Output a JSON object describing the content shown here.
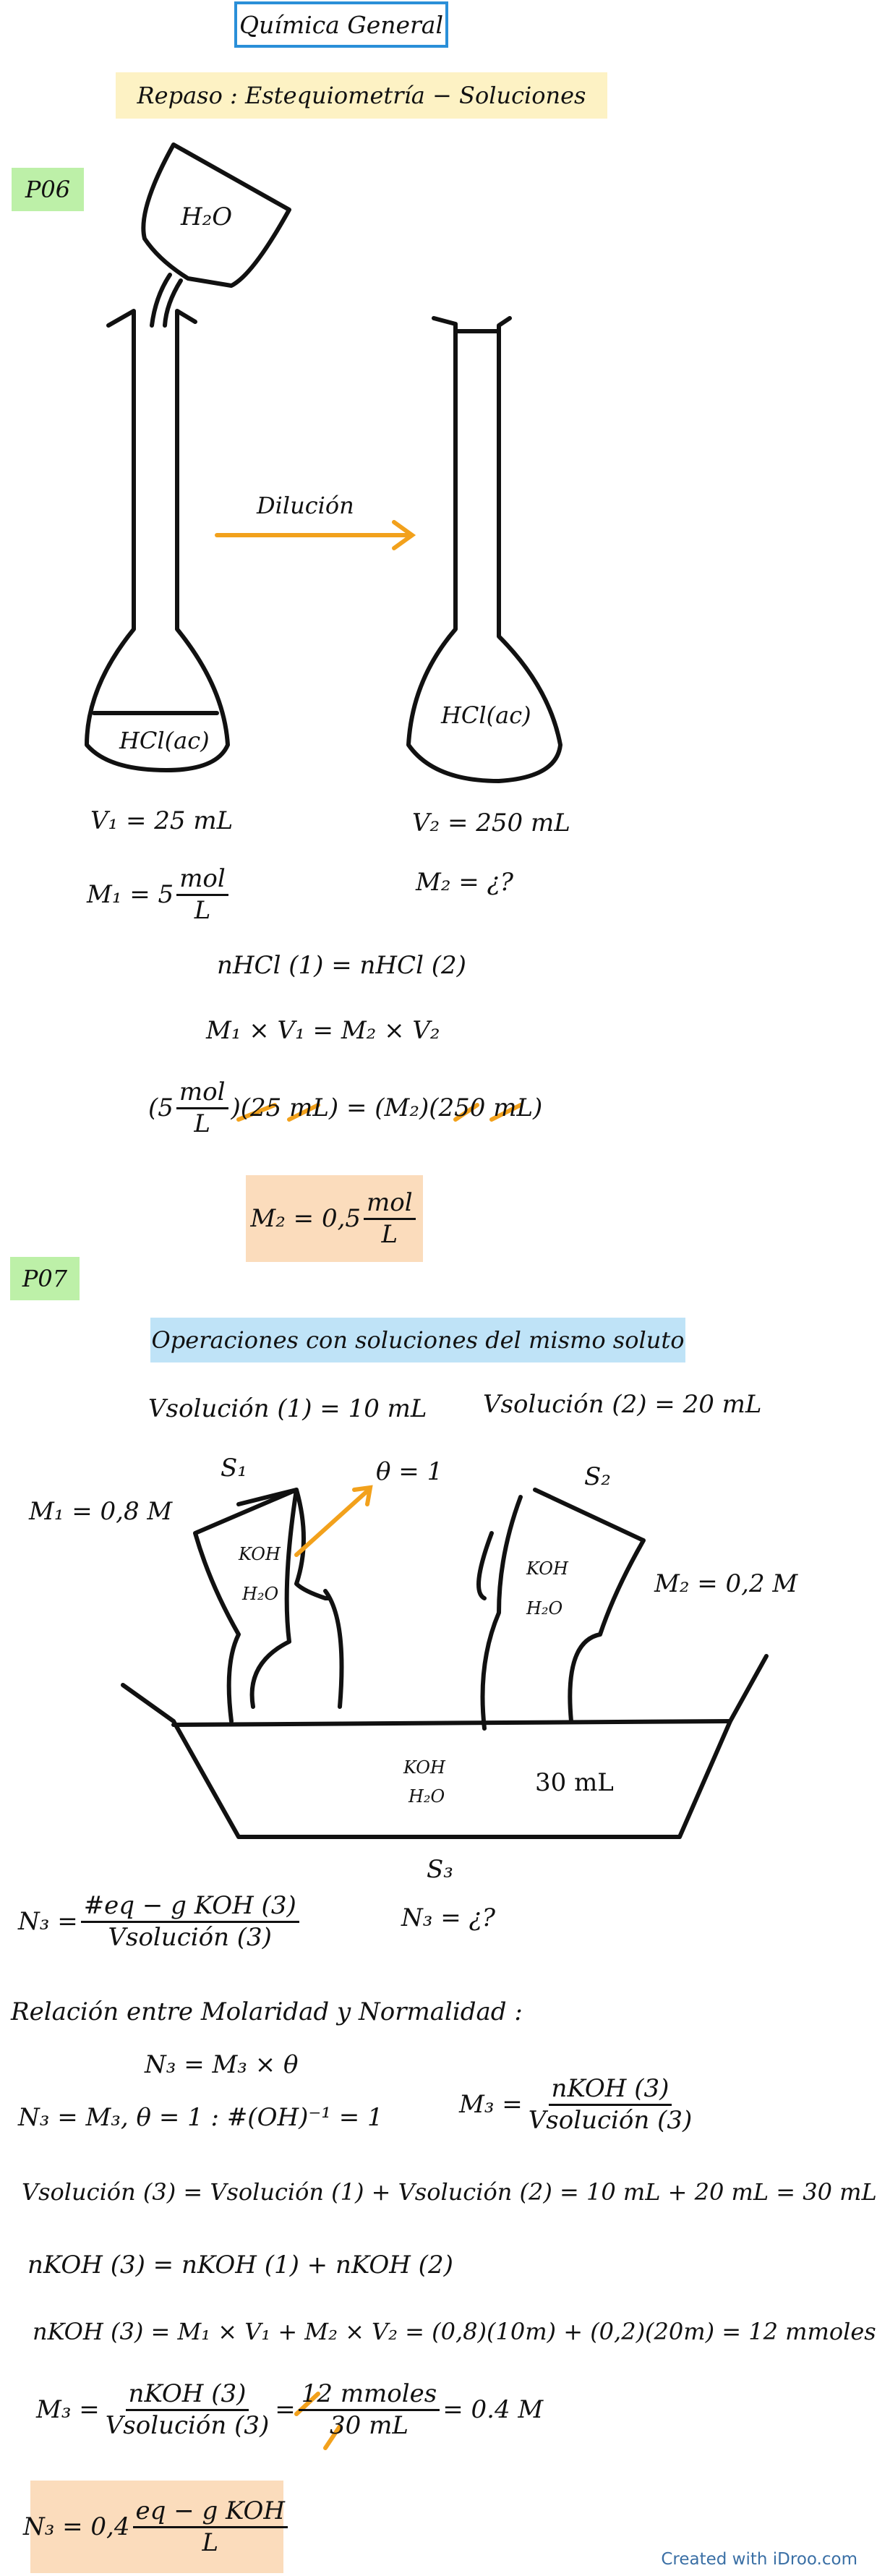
{
  "header": {
    "title": "Química General",
    "subtitle": "Repaso :  Estequiometría  −  Soluciones"
  },
  "p06": {
    "tag": "P06",
    "h2o": "H₂O",
    "hcl_left": "HCl(ac)",
    "hcl_right": "HCl(ac)",
    "arrow_label": "Dilución",
    "v1": "V₁ = 25 mL",
    "m1_lhs": "M₁ = 5",
    "m1_num": "mol",
    "m1_den": "L",
    "v2": "V₂ = 250 mL",
    "m2": "M₂ = ¿?",
    "eq1": "nHCl (1) = nHCl (2)",
    "eq2": "M₁ × V₁ = M₂ × V₂",
    "eq3_a": "5",
    "eq3_num": "mol",
    "eq3_den": "L",
    "eq3_b": "(25 mL) = (M₂)(250 mL)",
    "result_lhs": "M₂ = 0,5",
    "result_num": "mol",
    "result_den": "L"
  },
  "p07": {
    "tag": "P07",
    "banner": "Operaciones con soluciones del mismo soluto",
    "vsol1": "Vsolución (1) = 10 mL",
    "vsol2": "Vsolución (2) = 20 mL",
    "s1": "S₁",
    "s2": "S₂",
    "s3": "S₃",
    "theta": "θ = 1",
    "m1": "M₁ = 0,8 M",
    "m2": "M₂ = 0,2 M",
    "koh": "KOH",
    "h2o": "H₂O",
    "vol30": "30 mL",
    "n3_lhs": "N₃ =",
    "n3_num": "#eq − g KOH (3)",
    "n3_den": "Vsolución (3)",
    "n3_q": "N₃ = ¿?",
    "relacion": "Relación entre Molaridad y Normalidad :",
    "rel1": "N₃ = M₃ × θ",
    "rel2": "N₃ = M₃, θ = 1 :  #(OH)⁻¹ = 1",
    "m3_lhs": "M₃ =",
    "m3_num": "nKOH (3)",
    "m3_den": "Vsolución (3)",
    "vsum": "Vsolución (3) = Vsolución (1) + Vsolución (2) = 10 mL + 20 mL = 30 mL",
    "nsum": "nKOH (3) = nKOH (1) + nKOH (2)",
    "ncalc": "nKOH (3) = M₁ × V₁ + M₂ × V₂ = (0,8)(10m) + (0,2)(20m) = 12 mmoles",
    "m3calc_lhs": "M₃ =",
    "m3calc_num": "nKOH (3)",
    "m3calc_den": "Vsolución (3)",
    "m3calc_num2": "12 mmoles",
    "m3calc_den2": "30 mL",
    "m3calc_res": "= 0.4 M",
    "final_lhs": "N₃ = 0,4",
    "final_num": "eq − g KOH",
    "final_den": "L"
  },
  "footer": {
    "watermark": "Created with iDroo.com"
  },
  "colors": {
    "accent_orange": "#f2a11c",
    "title_border": "#2a8fd8",
    "green_tag": "#bdf0a8",
    "yellow_box": "#fdf2c4",
    "blue_box": "#bfe3f7",
    "peach_box": "#fbdcbc"
  }
}
